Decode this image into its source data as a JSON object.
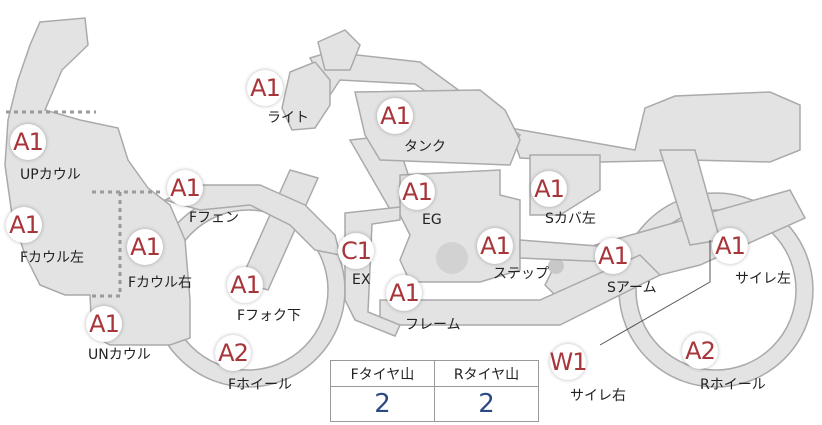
{
  "parts": [
    {
      "id": "light",
      "label": "ライト",
      "grade": "A1"
    },
    {
      "id": "tank",
      "label": "タンク",
      "grade": "A1"
    },
    {
      "id": "up-cowl",
      "label": "UPカウル",
      "grade": "A1"
    },
    {
      "id": "f-fender",
      "label": "Fフェン",
      "grade": "A1"
    },
    {
      "id": "engine",
      "label": "EG",
      "grade": "A1"
    },
    {
      "id": "s-cover-left",
      "label": "Sカバ左",
      "grade": "A1"
    },
    {
      "id": "f-cowl-left",
      "label": "Fカウル左",
      "grade": "A1"
    },
    {
      "id": "f-cowl-right",
      "label": "Fカウル右",
      "grade": "A1"
    },
    {
      "id": "exhaust",
      "label": "EX",
      "grade": "C1"
    },
    {
      "id": "step",
      "label": "ステップ",
      "grade": "A1"
    },
    {
      "id": "s-arm",
      "label": "Sアーム",
      "grade": "A1"
    },
    {
      "id": "muffler-left",
      "label": "サイレ左",
      "grade": "A1"
    },
    {
      "id": "f-fork-lower",
      "label": "Fフォク下",
      "grade": "A1"
    },
    {
      "id": "frame",
      "label": "フレーム",
      "grade": "A1"
    },
    {
      "id": "un-cowl",
      "label": "UNカウル",
      "grade": "A1"
    },
    {
      "id": "f-wheel",
      "label": "Fホイール",
      "grade": "A2"
    },
    {
      "id": "muffler-right",
      "label": "サイレ右",
      "grade": "W1"
    },
    {
      "id": "r-wheel",
      "label": "Rホイール",
      "grade": "A2"
    }
  ],
  "tread_table": {
    "headers": [
      "Fタイヤ山",
      "Rタイヤ山"
    ],
    "values": [
      "2",
      "2"
    ]
  },
  "colors": {
    "grade_text": "#a8353a",
    "value_text": "#2c4a86",
    "part_fill": "#e2e2e2",
    "part_stroke": "#a9a9a9"
  }
}
